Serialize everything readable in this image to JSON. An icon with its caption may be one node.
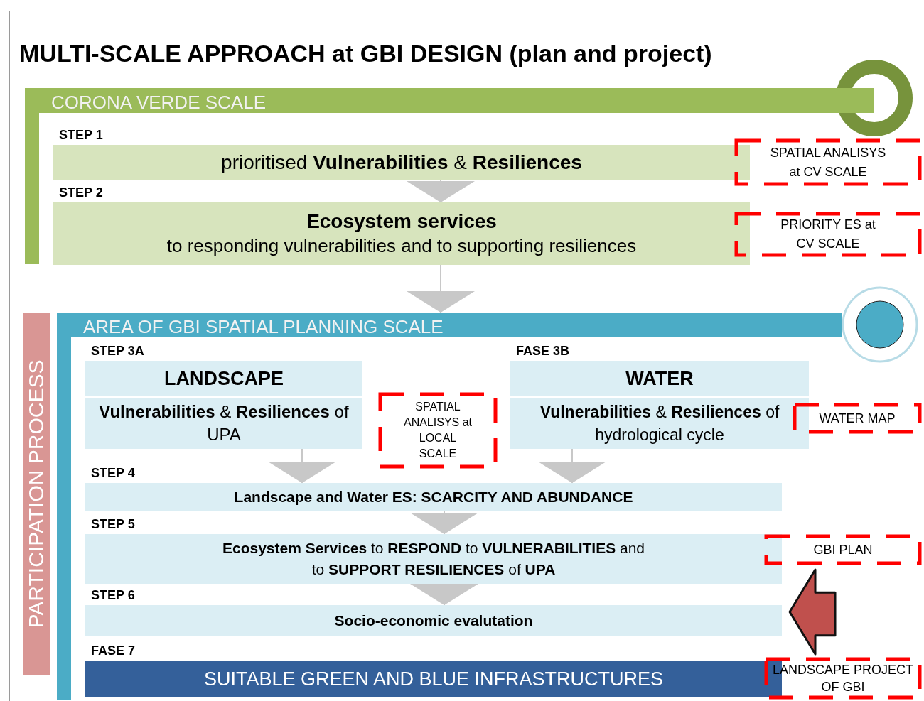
{
  "diagram": {
    "title": "MULTI-SCALE APPROACH at GBI DESIGN (plan and project)",
    "nodes": [
      {
        "text": [
          "CORONA VERDE SCALE"
        ]
      },
      {
        "text": [
          "STEP 1",
          "prioritised **Vulnerabilities** & **Resiliences**"
        ],
        "in": 0
      },
      {
        "text": [
          "STEP 2",
          "Ecosystem services",
          "to responding vulnerabilities and to supporting resiliences"
        ],
        "in": 0
      },
      {
        "text": [
          "SPATIAL ANALISYS at CV SCALE"
        ]
      },
      {
        "text": [
          "PRIORITY ES at CV SCALE"
        ]
      },
      {
        "text": [
          "PARTICIPATION PROCESS"
        ]
      },
      {
        "text": [
          "AREA OF GBI SPATIAL PLANNING SCALE"
        ]
      },
      {
        "text": [
          "STEP 3A",
          "LANDSCAPE",
          "**Vulnerabilities** & **Resiliences** of UPA"
        ],
        "in": 6
      },
      {
        "text": [
          "SPATIAL ANALISYS at LOCAL SCALE"
        ],
        "in": 6
      },
      {
        "text": [
          "FASE 3B",
          "WATER",
          "**Vulnerabilities** & **Resiliences** of hydrological cycle"
        ],
        "in": 6
      },
      {
        "text": [
          "WATER MAP"
        ]
      },
      {
        "text": [
          "STEP 4",
          "Landscape and Water ES: SCARCITY AND ABUNDANCE"
        ],
        "in": 6
      },
      {
        "text": [
          "STEP 5",
          "**Ecosystem Services** to **RESPOND** to **VULNERABILITIES** and to **SUPPORT RESILIENCES** of **UPA**"
        ],
        "in": 6
      },
      {
        "text": [
          "STEP 6",
          "Socio-economic evalutation"
        ],
        "in": 6
      },
      {
        "text": [
          "FASE 7",
          "SUITABLE GREEN AND BLUE INFRASTRUCTURES"
        ],
        "in": 6
      },
      {
        "text": [
          "GBI PLAN"
        ]
      },
      {
        "text": [
          "LANDSCAPE PROJECT OF GBI"
        ]
      }
    ],
    "edges": [
      {
        "from": 1,
        "to": 2,
        "arrow": "to"
      },
      {
        "from": 2,
        "to": 6,
        "arrow": "to"
      },
      {
        "from": 7,
        "to": 11,
        "arrow": "to"
      },
      {
        "from": 9,
        "to": 11,
        "arrow": "to"
      },
      {
        "from": 11,
        "to": 12,
        "arrow": "to"
      },
      {
        "from": 12,
        "to": 13,
        "arrow": "to"
      },
      {
        "from": 15,
        "to": 16,
        "arrow": "to",
        "style": "thick",
        "color": "#c0504d"
      }
    ]
  }
}
